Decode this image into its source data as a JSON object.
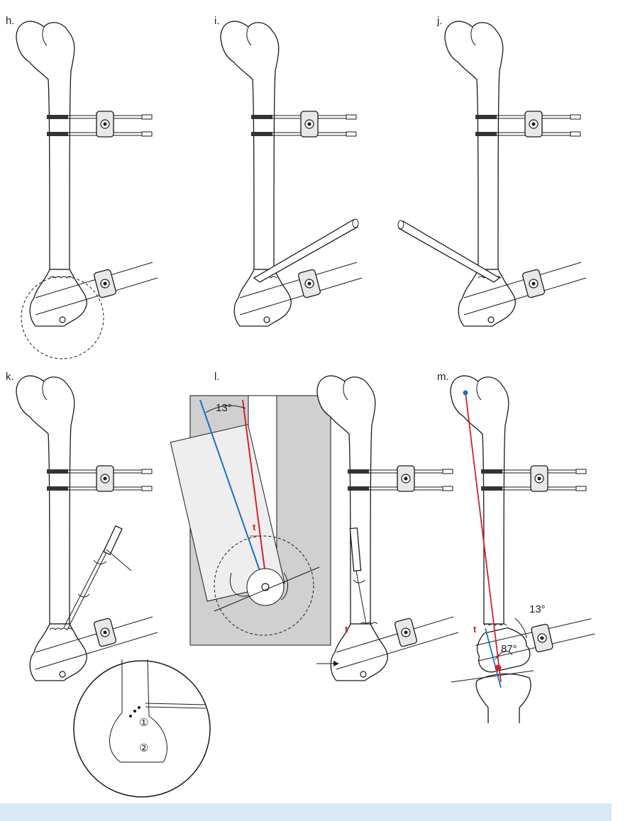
{
  "panels": {
    "h": "h.",
    "i": "i.",
    "j": "j.",
    "k": "k.",
    "l": "l.",
    "m": "m."
  },
  "annotations": {
    "l_angle": "13°",
    "l_t": "t",
    "l2_t": "t",
    "m_t": "t",
    "m_angle_top": "13°",
    "m_angle_bottom": "87°",
    "k_inset_num1": "①",
    "k_inset_num2": "②"
  },
  "colors": {
    "red_line": "#d2232a",
    "blue_line": "#1a6fc4",
    "inset_bg": "#d0d0d0",
    "footer": "#d9e8f6"
  }
}
